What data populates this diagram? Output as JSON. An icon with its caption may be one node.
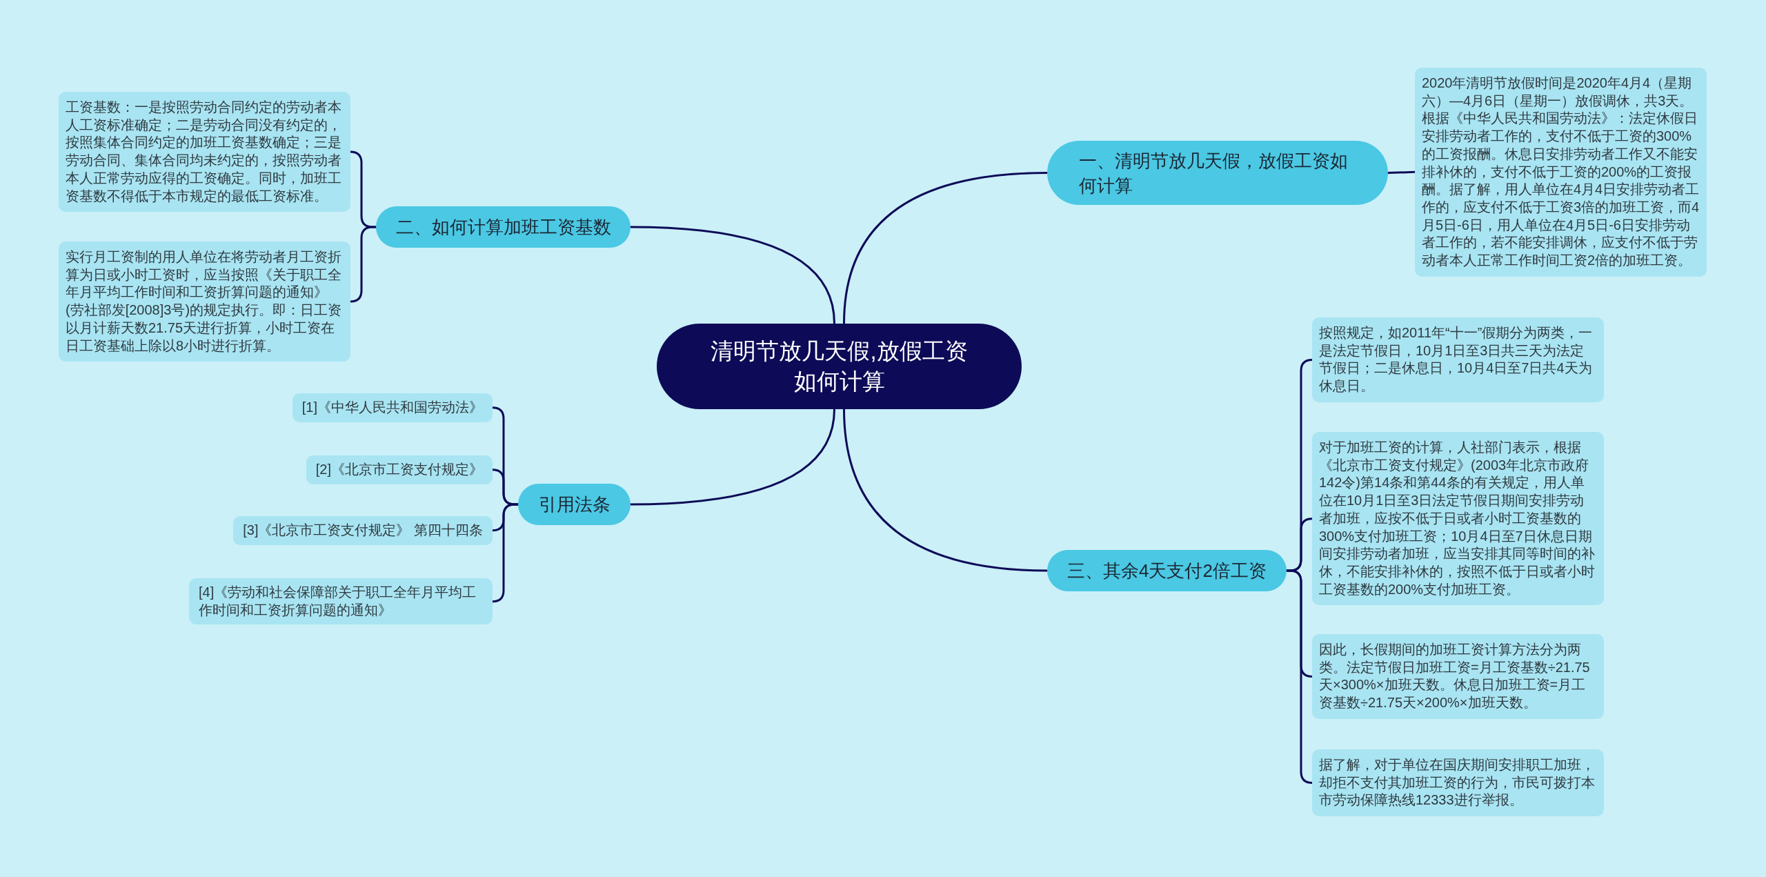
{
  "diagram": {
    "nodes": [
      {
        "text": [
          "清明节放几天假,放假工资如何计算"
        ]
      },
      {
        "text": [
          "一、清明节放几天假，放假工资如何计算"
        ]
      },
      {
        "text": [
          "2020年清明节放假时间是2020年4月4（星期六）—4月6日（星期一）放假调休，共3天。根据《中华人民共和国劳动法》：法定休假日安排劳动者工作的，支付不低于工资的300%的工资报酬。休息日安排劳动者工作又不能安排补休的，支付不低于工资的200%的工资报酬。据了解，用人单位在4月4日安排劳动者工作的，应支付不低于工资3倍的加班工资，而4月5日-6日，用人单位在4月5日-6日安排劳动者工作的，若不能安排调休，应支付不低于劳动者本人正常工作时间工资2倍的加班工资。"
        ]
      },
      {
        "text": [
          "二、如何计算加班工资基数"
        ]
      },
      {
        "text": [
          "工资基数：一是按照劳动合同约定的劳动者本人工资标准确定；二是劳动合同没有约定的，按照集体合同约定的加班工资基数确定；三是劳动合同、集体合同均未约定的，按照劳动者本人正常劳动应得的工资确定。同时，加班工资基数不得低于本市规定的最低工资标准。"
        ]
      },
      {
        "text": [
          "实行月工资制的用人单位在将劳动者月工资折算为日或小时工资时，应当按照《关于职工全年月平均工作时间和工资折算问题的通知》(劳社部发[2008]3号)的规定执行。即：日工资以月计薪天数21.75天进行折算，小时工资在日工资基础上除以8小时进行折算。"
        ]
      },
      {
        "text": [
          "三、其余4天支付2倍工资"
        ]
      },
      {
        "text": [
          "按照规定，如2011年“十一”假期分为两类，一是法定节假日，10月1日至3日共三天为法定节假日；二是休息日，10月4日至7日共4天为休息日。"
        ]
      },
      {
        "text": [
          "对于加班工资的计算，人社部门表示，根据《北京市工资支付规定》(2003年北京市政府142令)第14条和第44条的有关规定，用人单位在10月1日至3日法定节假日期间安排劳动者加班，应按不低于日或者小时工资基数的300%支付加班工资；10月4日至7日休息日期间安排劳动者加班，应当安排其同等时间的补休，不能安排补休的，按照不低于日或者小时工资基数的200%支付加班工资。"
        ]
      },
      {
        "text": [
          "因此，长假期间的加班工资计算方法分为两类。法定节假日加班工资=月工资基数÷21.75天×300%×加班天数。休息日加班工资=月工资基数÷21.75天×200%×加班天数。"
        ]
      },
      {
        "text": [
          "据了解，对于单位在国庆期间安排职工加班，却拒不支付其加班工资的行为，市民可拨打本市劳动保障热线12333进行举报。"
        ]
      },
      {
        "text": [
          "引用法条"
        ]
      },
      {
        "text": [
          "[1]《中华人民共和国劳动法》"
        ]
      },
      {
        "text": [
          "[2]《北京市工资支付规定》"
        ]
      },
      {
        "text": [
          "[3]《北京市工资支付规定》 第四十四条"
        ]
      },
      {
        "text": [
          "[4]《劳动和社会保障部关于职工全年月平均工作时间和工资折算问题的通知》"
        ]
      }
    ],
    "edges": [
      {
        "from": 0,
        "to": 1,
        "arrow": "none"
      },
      {
        "from": 1,
        "to": 2,
        "arrow": "none"
      },
      {
        "from": 0,
        "to": 3,
        "arrow": "none"
      },
      {
        "from": 3,
        "to": 4,
        "arrow": "none"
      },
      {
        "from": 3,
        "to": 5,
        "arrow": "none"
      },
      {
        "from": 0,
        "to": 6,
        "arrow": "none"
      },
      {
        "from": 6,
        "to": 7,
        "arrow": "none"
      },
      {
        "from": 6,
        "to": 8,
        "arrow": "none"
      },
      {
        "from": 6,
        "to": 9,
        "arrow": "none"
      },
      {
        "from": 6,
        "to": 10,
        "arrow": "none"
      },
      {
        "from": 0,
        "to": 11,
        "arrow": "none"
      },
      {
        "from": 11,
        "to": 12,
        "arrow": "none"
      },
      {
        "from": 11,
        "to": 13,
        "arrow": "none"
      },
      {
        "from": 11,
        "to": 14,
        "arrow": "none"
      },
      {
        "from": 11,
        "to": 15,
        "arrow": "none"
      }
    ]
  }
}
